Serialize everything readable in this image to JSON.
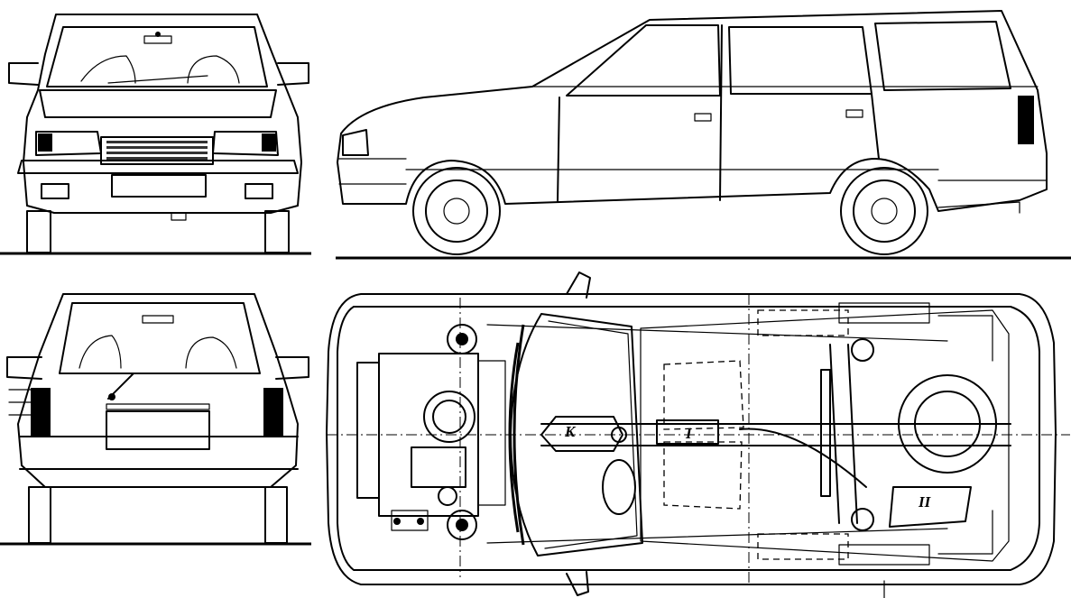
{
  "diagram": {
    "views": [
      "front",
      "side",
      "rear",
      "top"
    ],
    "labels": {
      "k": "K",
      "i": "I",
      "ii": "II"
    }
  }
}
